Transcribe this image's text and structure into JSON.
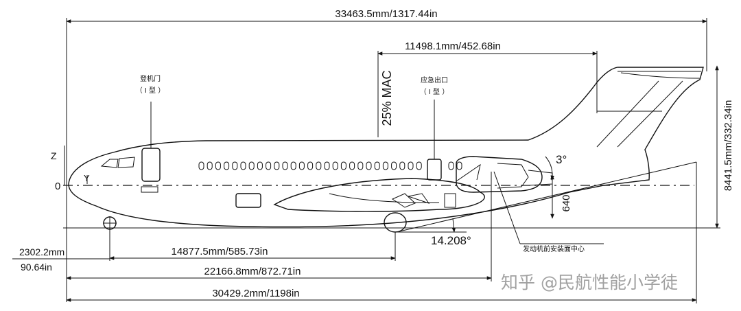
{
  "dimensions": {
    "overall_length": "33463.5mm/1317.44in",
    "tail_mac_span": "11498.1mm/452.68in",
    "overall_height": "8441.5mm/332.34in",
    "nose_to_nose_gear_mm": "2302.2mm",
    "nose_to_nose_gear_in": "90.64in",
    "nose_gear_to_main_gear": "14877.5mm/585.73in",
    "nose_to_main_gear": "22166.8mm/872.71in",
    "nose_to_engine": "30429.2mm/1198in",
    "engine_height": "640",
    "engine_angle": "3°",
    "tail_strike_angle": "14.208°",
    "mac_label": "25% MAC"
  },
  "labels": {
    "boarding_door": "登机门",
    "boarding_door_type": "（ I 型 ）",
    "emergency_exit": "应急出口",
    "emergency_exit_type": "（ I 型 ）",
    "engine_center": "发动机前安装面中心",
    "axis_z": "Z",
    "axis_y": "Y",
    "origin": "0"
  },
  "watermark": "知乎 @民航性能小学徒"
}
